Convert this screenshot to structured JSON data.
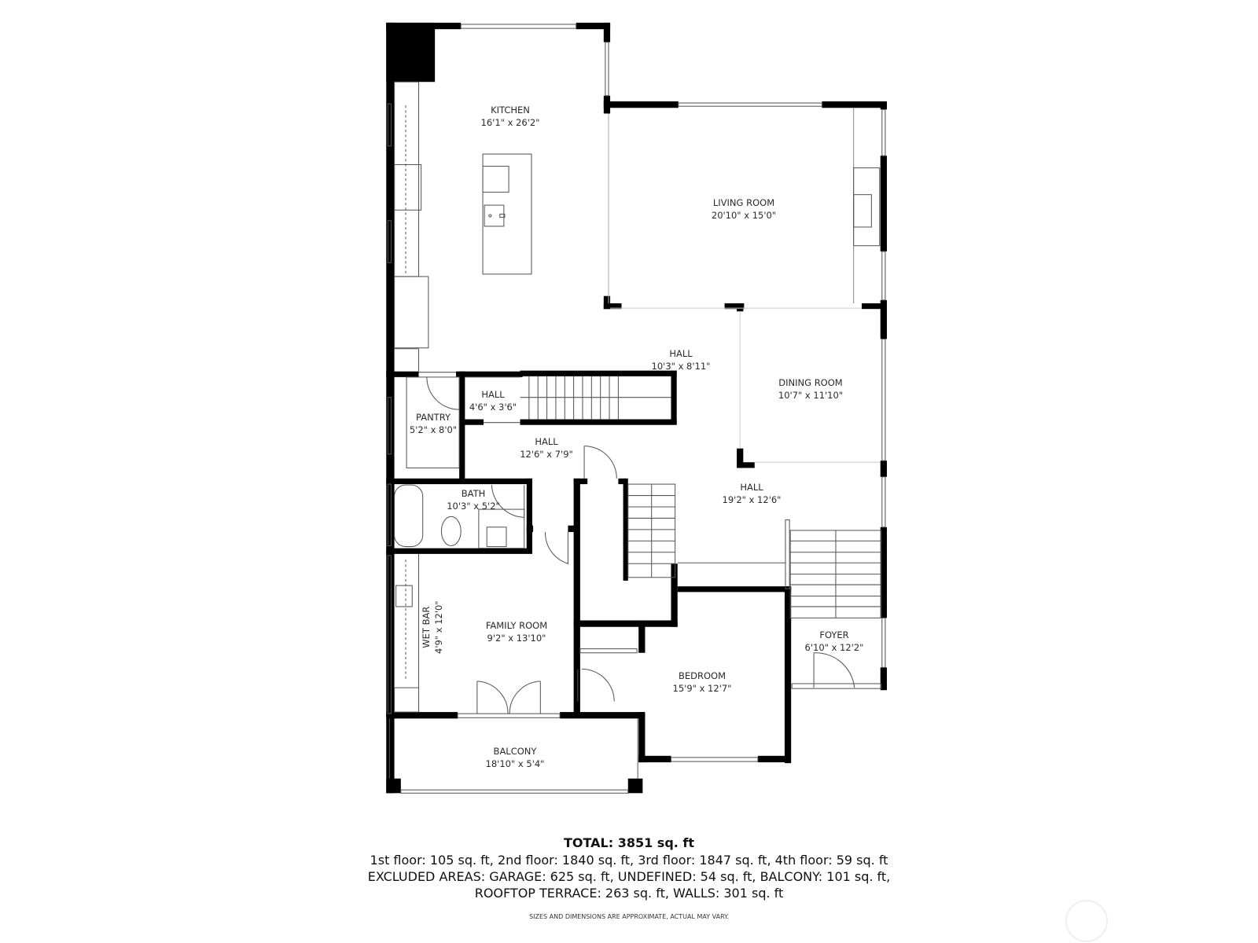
{
  "floorplan": {
    "rooms": [
      {
        "name": "KITCHEN",
        "dims": "16'1\" x 26'2\""
      },
      {
        "name": "LIVING ROOM",
        "dims": "20'10\" x 15'0\""
      },
      {
        "name": "HALL",
        "dims": "10'3\" x 8'11\""
      },
      {
        "name": "DINING ROOM",
        "dims": "10'7\" x 11'10\""
      },
      {
        "name": "HALL",
        "dims": "4'6\" x 3'6\""
      },
      {
        "name": "PANTRY",
        "dims": "5'2\" x 8'0\""
      },
      {
        "name": "HALL",
        "dims": "12'6\" x 7'9\""
      },
      {
        "name": "BATH",
        "dims": "10'3\" x 5'2\""
      },
      {
        "name": "HALL",
        "dims": "19'2\" x 12'6\""
      },
      {
        "name": "WET BAR",
        "dims": "4'9\" x 12'0\""
      },
      {
        "name": "FAMILY ROOM",
        "dims": "9'2\" x 13'10\""
      },
      {
        "name": "FOYER",
        "dims": "6'10\" x 12'2\""
      },
      {
        "name": "BEDROOM",
        "dims": "15'9\" x 12'7\""
      },
      {
        "name": "BALCONY",
        "dims": "18'10\" x 5'4\""
      }
    ],
    "fixtures": [
      "kitchen-island",
      "island-sink",
      "cooktop",
      "fireplace",
      "bathtub",
      "toilet",
      "bath-sink",
      "wet-bar-sink",
      "staircase-1",
      "staircase-2",
      "staircase-3"
    ]
  },
  "footer": {
    "total": "TOTAL: 3851 sq. ft",
    "floors": "1st floor: 105 sq. ft, 2nd floor: 1840 sq. ft, 3rd floor: 1847 sq. ft, 4th floor: 59 sq. ft",
    "excluded_1": "EXCLUDED AREAS: GARAGE: 625 sq. ft, UNDEFINED: 54 sq. ft, BALCONY: 101 sq. ft,",
    "excluded_2": "ROOFTOP TERRACE: 263 sq. ft, WALLS: 301 sq. ft",
    "disclaimer": "SIZES AND DIMENSIONS ARE APPROXIMATE, ACTUAL MAY VARY."
  },
  "colors": {
    "wall": "#000000",
    "line": "#555555",
    "window": "#ffffff",
    "background": "#ffffff"
  }
}
